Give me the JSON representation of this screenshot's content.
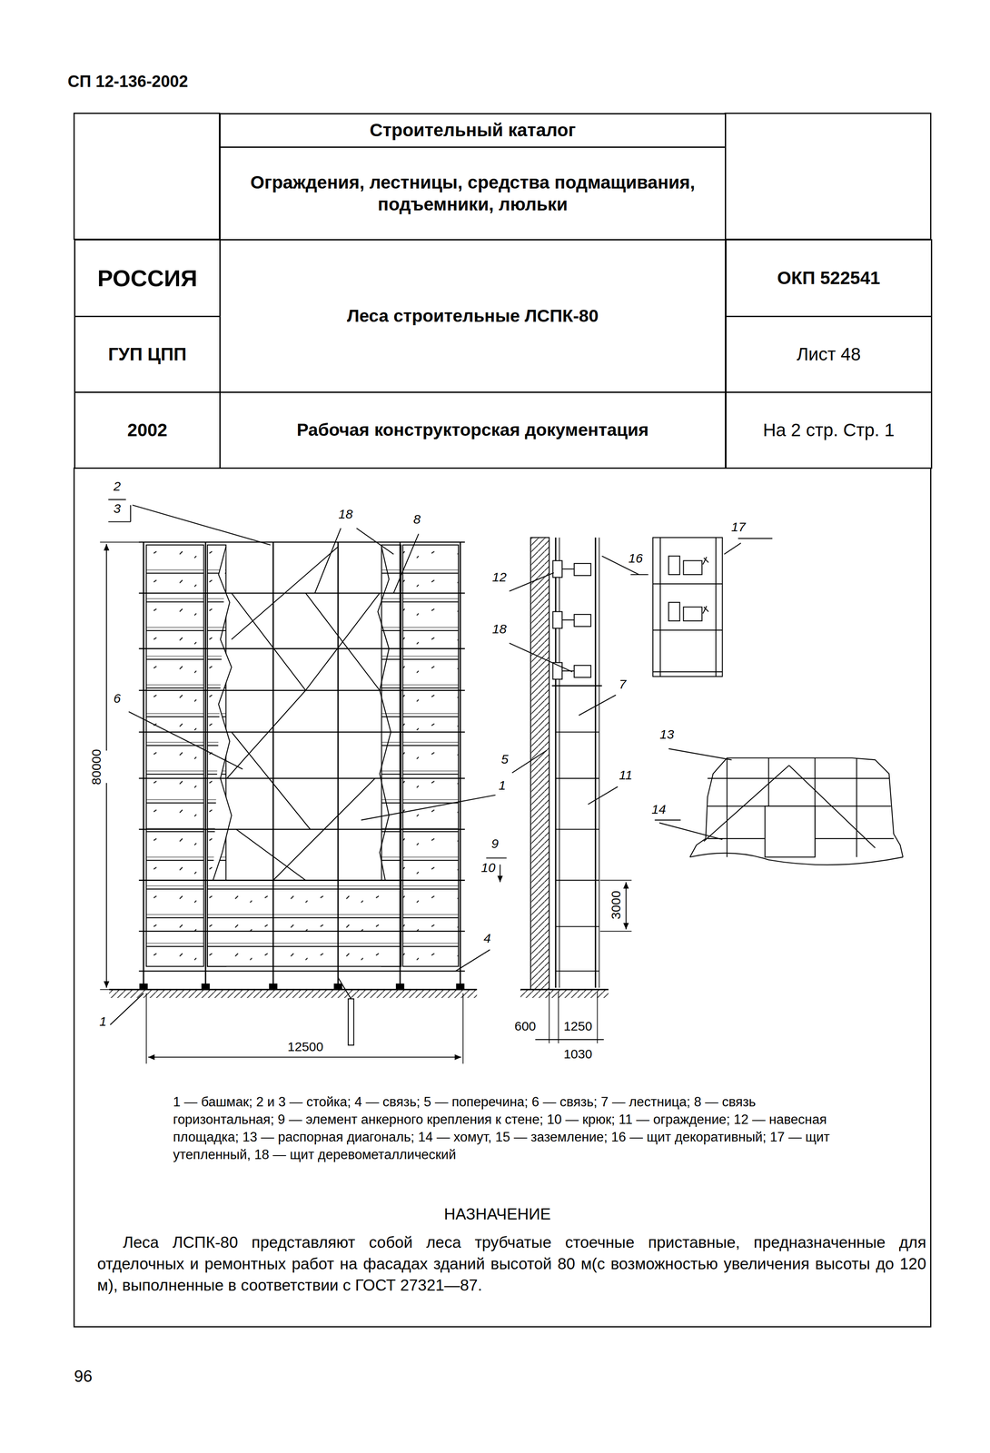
{
  "diagram": {
    "nodes": [
      {
        "text": [
          "Строительный каталог"
        ]
      },
      {
        "text": [
          "Ограждения, лестницы, средства подмащивания, подъемники, люльки"
        ]
      },
      {
        "text": [
          "РОССИЯ"
        ]
      },
      {
        "text": [
          "Леса строительные ЛСПК-80"
        ]
      },
      {
        "text": [
          "ОКП 522541"
        ]
      },
      {
        "text": [
          "ГУП ЦПП"
        ]
      },
      {
        "text": [
          "Лист 48"
        ]
      },
      {
        "text": [
          "2002"
        ]
      },
      {
        "text": [
          "Рабочая конструкторская документация"
        ]
      },
      {
        "text": [
          "На 2 стр. Стр. 1"
        ]
      }
    ],
    "labels": [
      "СП 12-136-2002",
      "2",
      "3",
      "18",
      "8",
      "6",
      "80000",
      "1",
      "9",
      "10",
      "4",
      "1",
      "12500",
      "12",
      "18",
      "7",
      "5",
      "11",
      "3000",
      "600",
      "1250",
      "1030",
      "16",
      "17",
      "13",
      "14",
      "1 — башмак; 2 и 3 — стойка; 4 — связь; 5 — поперечина; 6 — связь; 7 — лестница; 8 — связь горизонтальная; 9 — элемент анкерного крепления к стене; 10 — крюк; 11 — ограждение; 12 — навесная площадка; 13 — распорная диагональ; 14 — хомут, 15 — заземление; 16 — щит декоративный; 17 — щит утепленный, 18 — щит деревометаллический",
      "НАЗНАЧЕНИЕ",
      "Леса ЛСПК-80 представляют собой леса трубчатые стоечные приставные, предназначенные для отделочных и ремонтных работ на фасадах зданий высотой 80 м(с возможностью увеличения высоты до 120 м), выполненные в соответствии с ГОСТ 27321—87.",
      "96"
    ]
  }
}
